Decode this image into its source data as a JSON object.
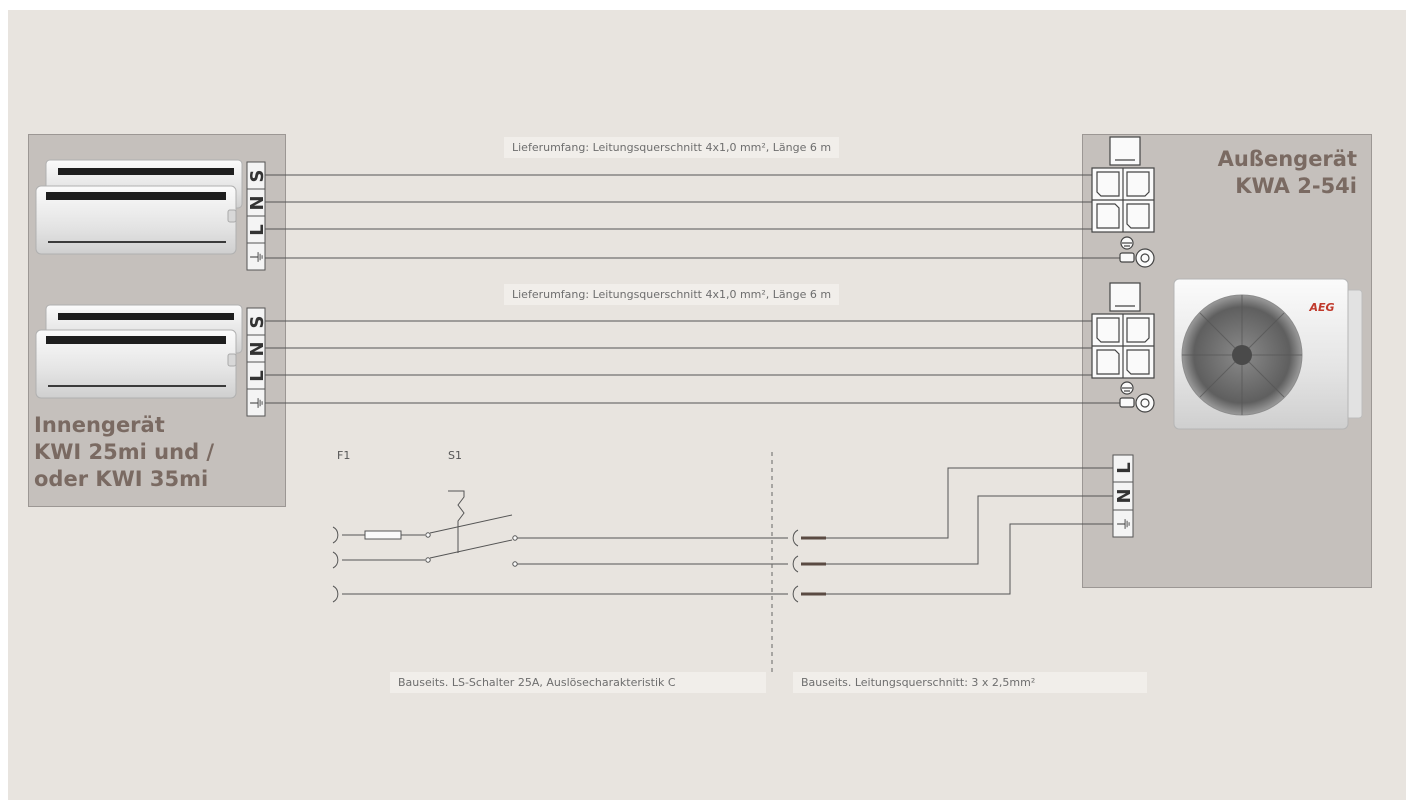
{
  "indoor_unit": {
    "title": "Innengerät\nKWI 25mi und /\noder KWI 35mi"
  },
  "outdoor_unit": {
    "title": "Außengerät\nKWA 2-54i",
    "brand": "AEG"
  },
  "cables": {
    "upper_label": "Lieferumfang: Leitungsquerschnitt 4x1,0 mm², Länge 6 m",
    "lower_label": "Lieferumfang: Leitungsquerschnitt 4x1,0 mm², Länge 6 m"
  },
  "terminals": {
    "indoor": [
      "S",
      "N",
      "L",
      "⏚"
    ],
    "outdoor_supply": [
      "L",
      "N",
      "⏚"
    ]
  },
  "circuit": {
    "fuse_label": "F1",
    "switch_label": "S1",
    "breaker_note": "Bauseits. LS-Schalter 25A, Auslösecharakteristik C",
    "supply_note": "Bauseits. Leitungsquerschnitt: 3 x 2,5mm²"
  },
  "colors": {
    "background": "#e8e4df",
    "panel": "#c5c0bc",
    "title": "#7a6a62",
    "wire": "#555555"
  }
}
